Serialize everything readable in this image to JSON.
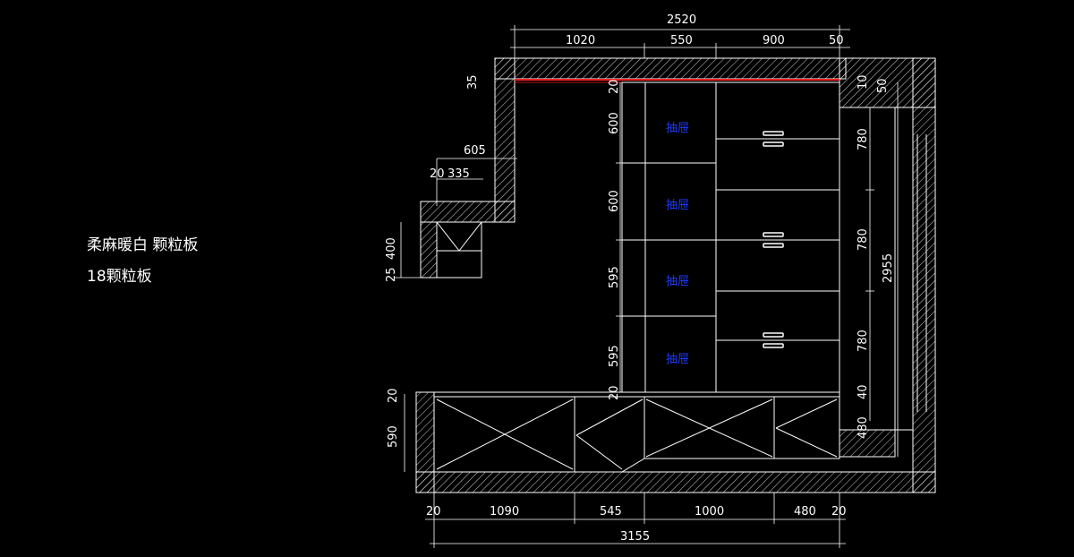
{
  "notes": {
    "material_line1": "柔麻暖白 颗粒板",
    "material_line2": "18颗粒板"
  },
  "drawers": {
    "label": "抽屉"
  },
  "dimensions": {
    "top_total": "2520",
    "top_segments": [
      "1020",
      "550",
      "900",
      "50"
    ],
    "left_upper": [
      "35",
      "605",
      "20",
      "335",
      "400",
      "25"
    ],
    "left_lower": [
      "20",
      "590"
    ],
    "inner_vertical": [
      "20",
      "600",
      "600",
      "595",
      "595",
      "20"
    ],
    "right_vertical": [
      "780",
      "780",
      "780",
      "40",
      "480"
    ],
    "right_small": [
      "10",
      "50"
    ],
    "overall_height": "2955",
    "bottom_segments": [
      "20",
      "1090",
      "545",
      "1000",
      "480",
      "20"
    ],
    "bottom_total": "3155"
  },
  "colors": {
    "background": "#000000",
    "lines": "#ffffff",
    "red_line": "#ff2020",
    "drawer_text": "#1f3cff"
  }
}
